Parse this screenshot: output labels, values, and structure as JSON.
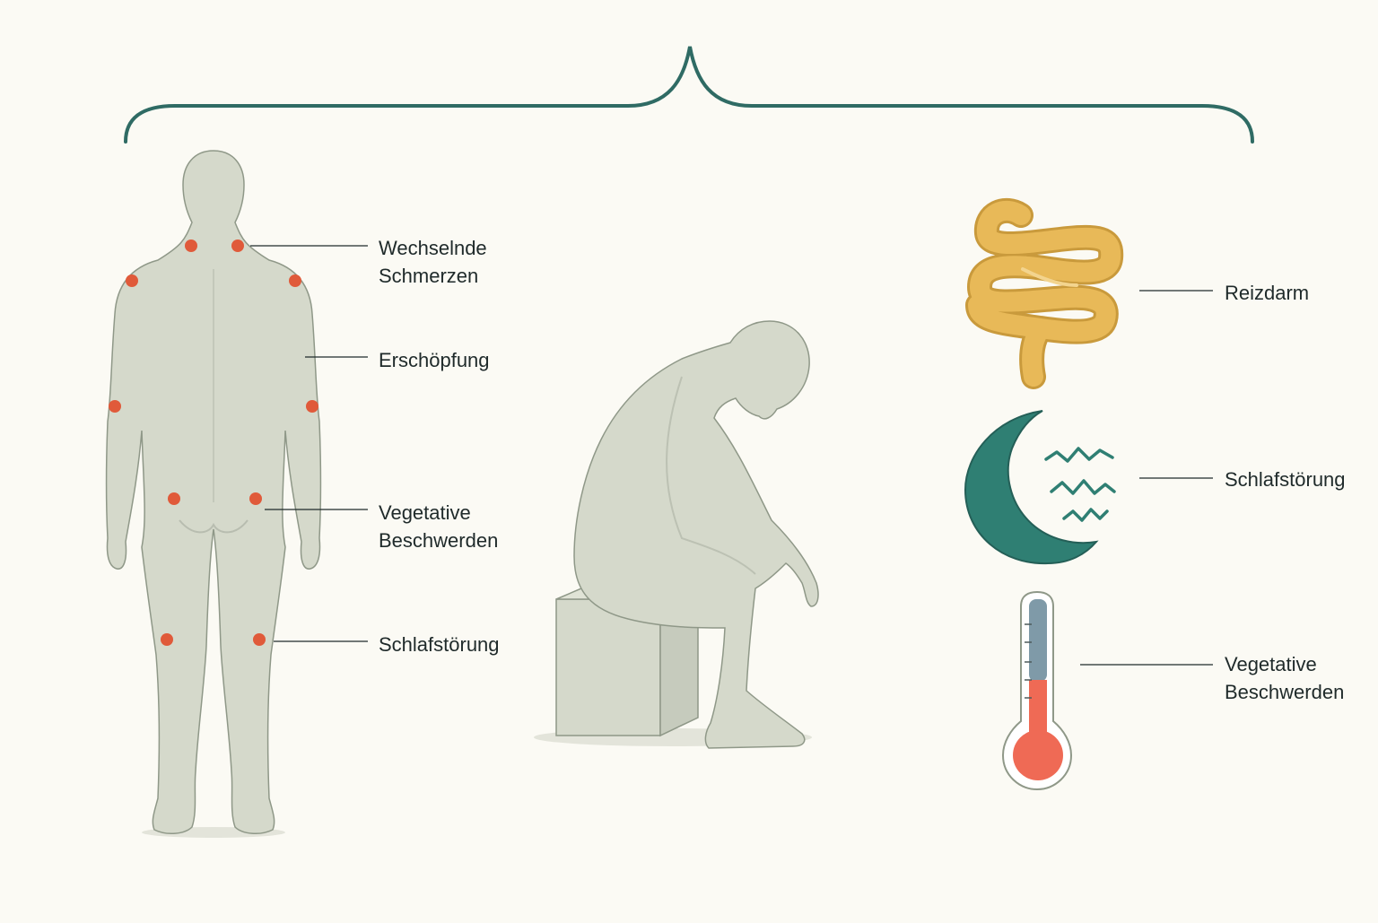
{
  "colors": {
    "background": "#fbfaf4",
    "brace": "#2f6b64",
    "figure_fill": "#d5d9cb",
    "figure_stroke": "#8f9888",
    "pain_point": "#e05a3a",
    "intestine": "#e8b958",
    "moon": "#2f7f73",
    "thermo_cold": "#7f9aa8",
    "thermo_hot": "#ef6a55",
    "leader_line": "#1f2a2a"
  },
  "left_labels": {
    "pain": [
      "Wechselnde",
      "Schmerzen"
    ],
    "fatigue": "Erschöpfung",
    "vegetative": [
      "Vegetative",
      "Beschwerden"
    ],
    "sleep": "Schlafstörung"
  },
  "right_labels": {
    "bowel": "Reizdarm",
    "sleep": "Schlafstörung",
    "vegetative": [
      "Vegetative",
      "Beschwerden"
    ]
  },
  "icons": {
    "standing_figure": "standing-body-back-icon",
    "sitting_figure": "sitting-exhausted-person-icon",
    "intestine": "intestine-icon",
    "moon": "crescent-moon-icon",
    "thermometer": "thermometer-icon"
  },
  "thermometer_level": 0.55
}
